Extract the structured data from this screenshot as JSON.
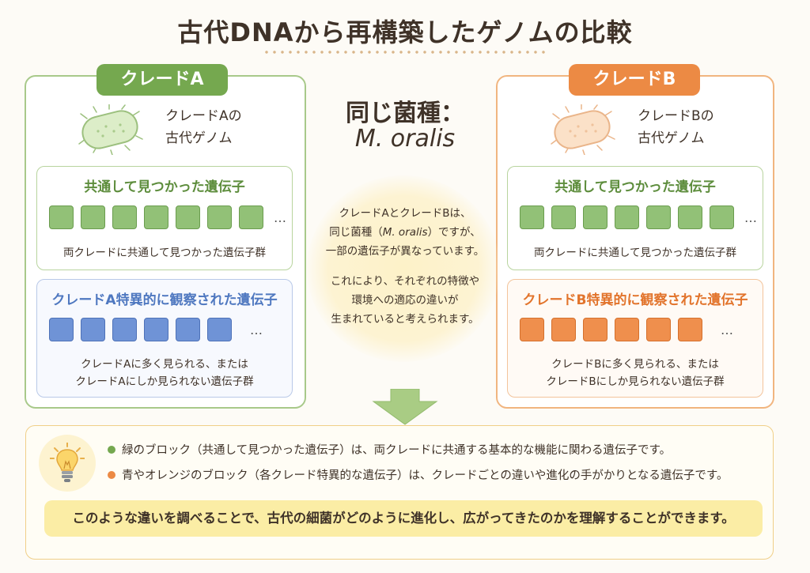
{
  "title": "古代DNAから再構築したゲノムの比較",
  "species": {
    "label": "同じ菌種：",
    "name": "M. oralis"
  },
  "clade_a": {
    "tab": "クレードA",
    "caption_line1": "クレードAの",
    "caption_line2": "古代ゲノム",
    "shared": {
      "title": "共通して見つかった遺伝子",
      "blocks": 7,
      "ellipsis": "…",
      "caption": "両クレードに共通して見つかった遺伝子群"
    },
    "specific": {
      "title": "クレードA特異的に観察された遺伝子",
      "blocks": 6,
      "ellipsis": "…",
      "caption_line1": "クレードAに多く見られる、または",
      "caption_line2": "クレードAにしか見られない遺伝子群"
    }
  },
  "clade_b": {
    "tab": "クレードB",
    "caption_line1": "クレードBの",
    "caption_line2": "古代ゲノム",
    "shared": {
      "title": "共通して見つかった遺伝子",
      "blocks": 7,
      "ellipsis": "…",
      "caption": "両クレードに共通して見つかった遺伝子群"
    },
    "specific": {
      "title": "クレードB特異的に観察された遺伝子",
      "blocks": 6,
      "ellipsis": "…",
      "caption_line1": "クレードBに多く見られる、または",
      "caption_line2": "クレードBにしか見られない遺伝子群"
    }
  },
  "center": {
    "line1": "クレードAとクレードBは、",
    "line2_pre": "同じ菌種（",
    "line2_italic": "M. oralis",
    "line2_post": "）ですが、",
    "line3": "一部の遺伝子が異なっています。",
    "line4": "これにより、それぞれの特徴や",
    "line5": "環境への適応の違いが",
    "line6": "生まれていると考えられます。"
  },
  "bottom": {
    "bullet1": "緑のブロック（共通して見つかった遺伝子）は、両クレードに共通する基本的な機能に関わる遺伝子です。",
    "bullet2": "青やオレンジのブロック（各クレード特異的な遺伝子）は、クレードごとの違いや進化の手がかりとなる遺伝子です。",
    "conclusion": "このような違いを調べることで、古代の細菌がどのように進化し、広がってきたのかを理解することができます。"
  },
  "colors": {
    "green": "#75a84f",
    "blue": "#6f93d6",
    "orange": "#ec8a44",
    "highlight": "#fbeda5"
  },
  "icons": [
    "bacterium-green-icon",
    "bacterium-orange-icon",
    "lightbulb-icon",
    "down-arrow-icon"
  ]
}
